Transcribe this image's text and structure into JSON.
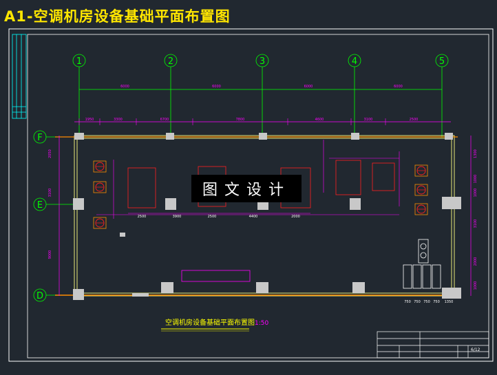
{
  "page_title": "A1-空调机房设备基础平面布置图",
  "axes_columns": [
    "1",
    "2",
    "3",
    "4",
    "5"
  ],
  "axes_rows": [
    "F",
    "E",
    "D"
  ],
  "dim_top": [
    "6000",
    "6000",
    "6000",
    "6000"
  ],
  "dim_second": [
    "1950",
    "3300",
    "6700",
    "7800",
    "4600",
    "3100",
    "2500"
  ],
  "dim_bottom_room": [
    "2500",
    "3900",
    "2500",
    "4400",
    "2000"
  ],
  "dim_left": [
    "2050",
    "3100",
    "9000"
  ],
  "dim_right": [
    "1300",
    "1000",
    "1000",
    "3100",
    "2000",
    "1000"
  ],
  "dim_pump_row": [
    "750",
    "750",
    "750",
    "750",
    "1350"
  ],
  "drawing_title": "空调机房设备基础平面布置图",
  "drawing_scale": "1:50",
  "watermark": "图文设计",
  "titleblock": {
    "sheet_no": "6/12"
  },
  "colors": {
    "background": "#212830",
    "title": "#ffe600",
    "axis": "#00ff00",
    "dimension": "#ff00ff",
    "equipment": "#ff2020",
    "pedestal": "#c8c8c8",
    "wall": "#ffff80",
    "border": "#ffffff"
  }
}
